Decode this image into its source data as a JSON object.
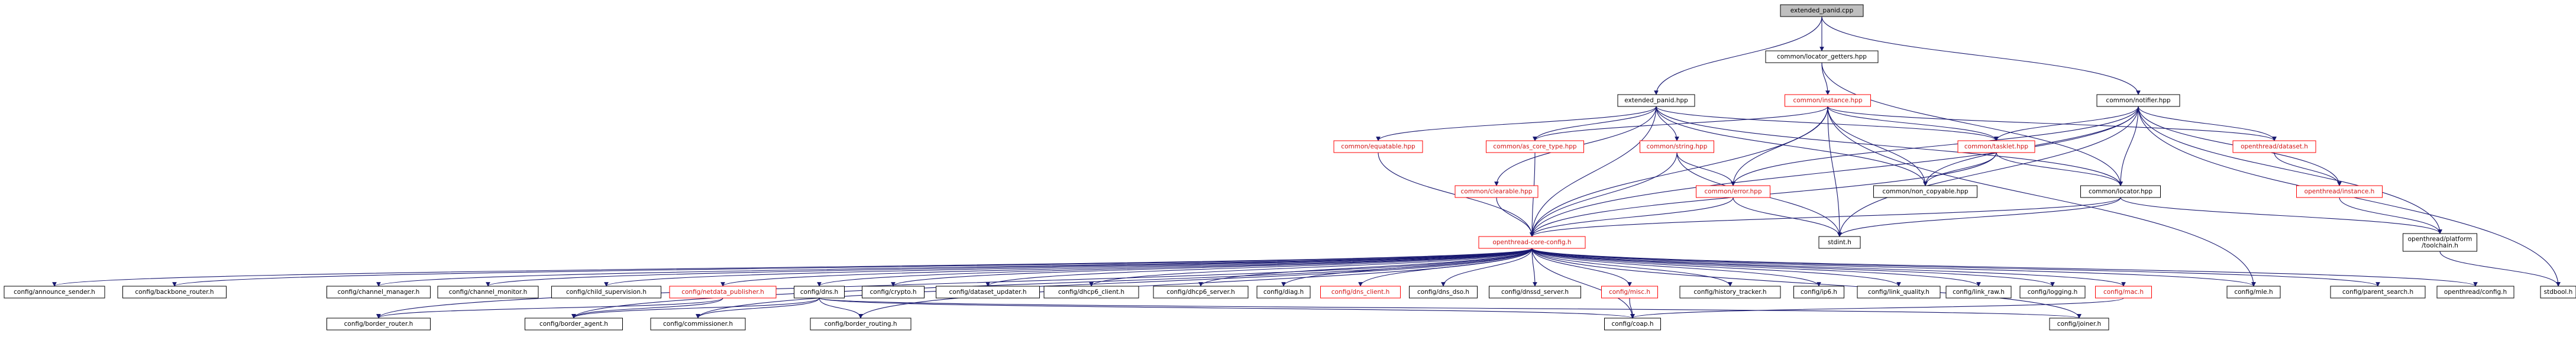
{
  "colors": {
    "edge": "#191970",
    "node_fill": "#ffffff",
    "root_fill": "#bfbfbf",
    "red_label": "#d41515"
  },
  "nodes": {
    "root": "extended_panid.cpp",
    "locator_getters": "common/locator_getters.hpp",
    "extended_panid_hpp": "extended_panid.hpp",
    "instance_hpp": "common/instance.hpp",
    "notifier": "common/notifier.hpp",
    "equatable": "common/equatable.hpp",
    "as_core_type": "common/as_core_type.hpp",
    "string_hpp": "common/string.hpp",
    "tasklet": "common/tasklet.hpp",
    "dataset_h": "openthread/dataset.h",
    "clearable": "common/clearable.hpp",
    "error_hpp": "common/error.hpp",
    "non_copyable": "common/non_copyable.hpp",
    "locator_hpp": "common/locator.hpp",
    "instance_h": "openthread/instance.h",
    "core_config": "openthread-core-config.h",
    "stdint": "stdint.h",
    "toolchain_l1": "openthread/platform",
    "toolchain_l2": "/toolchain.h",
    "stdbool": "stdbool.h",
    "announce_sender": "config/announce_sender.h",
    "backbone_router": "config/backbone_router.h",
    "channel_manager": "config/channel_manager.h",
    "channel_monitor": "config/channel_monitor.h",
    "child_supervision": "config/child_supervision.h",
    "netdata_publisher": "config/netdata_publisher.h",
    "dns_h": "config/dns.h",
    "crypto": "config/crypto.h",
    "dataset_updater": "config/dataset_updater.h",
    "dhcp6_client": "config/dhcp6_client.h",
    "dhcp6_server": "config/dhcp6_server.h",
    "diag": "config/diag.h",
    "dns_client": "config/dns_client.h",
    "dns_dso": "config/dns_dso.h",
    "dnssd_server": "config/dnssd_server.h",
    "misc": "config/misc.h",
    "history_tracker": "config/history_tracker.h",
    "ip6": "config/ip6.h",
    "link_quality": "config/link_quality.h",
    "link_raw": "config/link_raw.h",
    "logging": "config/logging.h",
    "mac": "config/mac.h",
    "mle": "config/mle.h",
    "parent_search": "config/parent_search.h",
    "ot_config": "openthread/config.h",
    "border_router": "config/border_router.h",
    "border_agent": "config/border_agent.h",
    "commissioner": "config/commissioner.h",
    "border_routing": "config/border_routing.h",
    "coap": "config/coap.h",
    "joiner": "config/joiner.h"
  }
}
